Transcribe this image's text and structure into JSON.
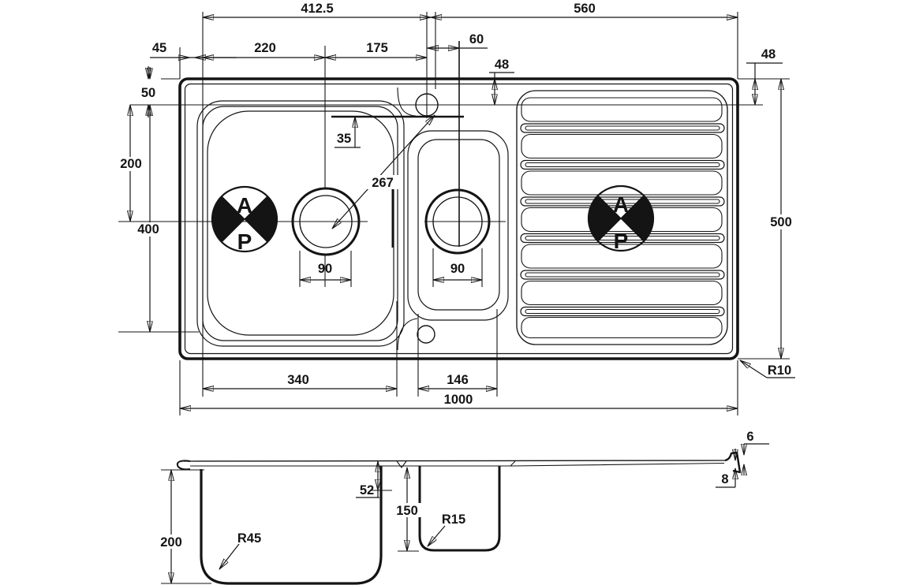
{
  "colors": {
    "line": "#141414",
    "background": "#ffffff"
  },
  "plan": {
    "dim_412_5": "412.5",
    "dim_560": "560",
    "dim_45": "45",
    "dim_220": "220",
    "dim_175": "175",
    "dim_60": "60",
    "dim_48_mid": "48",
    "dim_48_right": "48",
    "dim_50": "50",
    "dim_35": "35",
    "dim_267": "267",
    "dim_200": "200",
    "dim_400": "400",
    "dim_90_main": "90",
    "dim_90_half": "90",
    "dim_500": "500",
    "dim_340": "340",
    "dim_146": "146",
    "dim_1000": "1000",
    "dim_r10": "R10"
  },
  "section": {
    "dim_200": "200",
    "dim_r45": "R45",
    "dim_52": "52",
    "dim_150": "150",
    "dim_r15": "R15",
    "dim_6": "6",
    "dim_8": "8"
  },
  "symbol": {
    "letter_top": "A",
    "letter_bottom": "P"
  }
}
